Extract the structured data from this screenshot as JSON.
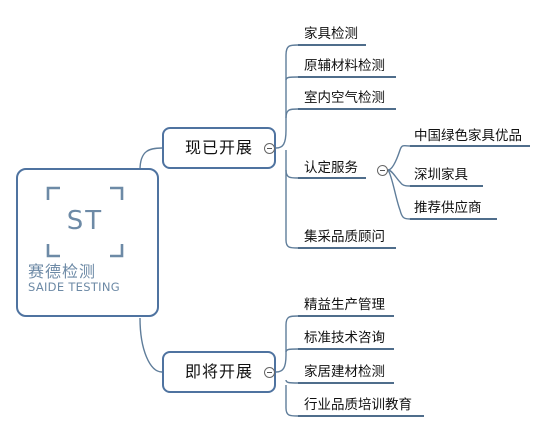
{
  "root": {
    "logo_mark": "ST",
    "name_cn": "赛德检测",
    "name_en": "SAIDE TESTING"
  },
  "branches": [
    {
      "label": "现已开展",
      "children": [
        {
          "label": "家具检测"
        },
        {
          "label": "原辅材料检测"
        },
        {
          "label": "室内空气检测"
        },
        {
          "label": "认定服务",
          "children": [
            {
              "label": "中国绿色家具优品"
            },
            {
              "label": "深圳家具"
            },
            {
              "label": "推荐供应商"
            }
          ]
        },
        {
          "label": "集采品质顾问"
        }
      ]
    },
    {
      "label": "即将开展",
      "children": [
        {
          "label": "精益生产管理"
        },
        {
          "label": "标准技术咨询"
        },
        {
          "label": "家居建材检测"
        },
        {
          "label": "行业品质培训教育"
        }
      ]
    }
  ],
  "colors": {
    "box_border": "#4f73a0",
    "line": "#5f7d9a",
    "logo": "#6d8aa6"
  }
}
